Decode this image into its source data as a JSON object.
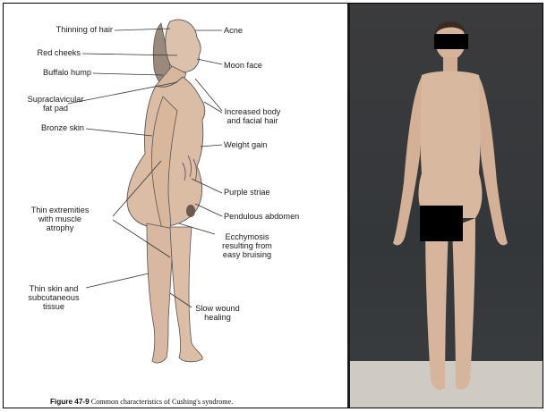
{
  "diagram": {
    "labels_left": {
      "thinning_hair": "Thinning of hair",
      "red_cheeks": "Red cheeks",
      "buffalo_hump": "Buffalo hump",
      "supraclavicular_fat": "Supraclavicular\nfat pad",
      "bronze_skin": "Bronze skin",
      "thin_extremities": "Thin extremities\nwith muscle\natrophy",
      "thin_skin": "Thin skin and\nsubcutaneous\ntissue"
    },
    "labels_right": {
      "acne": "Acne",
      "moon_face": "Moon face",
      "increased_hair": "Increased body\nand facial hair",
      "weight_gain": "Weight gain",
      "purple_striae": "Purple striae",
      "pendulous_abdomen": "Pendulous abdomen",
      "ecchymosis": "Ecchymosis\nresulting from\neasy bruising",
      "slow_wound": "Slow wound\nhealing"
    },
    "caption_fig": "Figure 47-9",
    "caption_text": "Common characteristics of Cushing's syndrome."
  },
  "colors": {
    "photo_background": "#36393c",
    "skin": "#d9b9a0",
    "line": "#333333"
  }
}
